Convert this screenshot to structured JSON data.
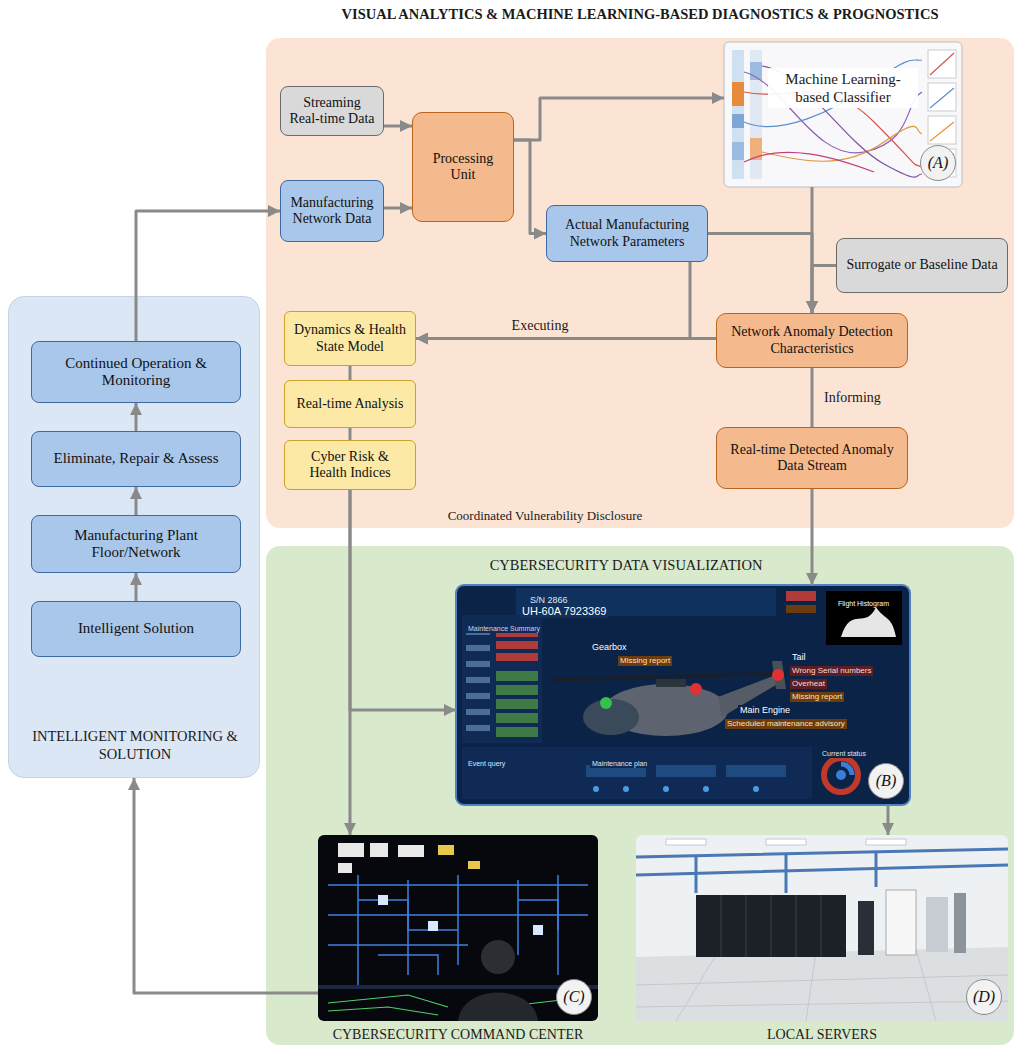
{
  "diagram": {
    "nodes": [
      {
        "text": [
          "VISUAL ANALYTICS & MACHINE LEARNING-BASED DIAGNOSTICS & PROGNOSTICS",
          "Coordinated Vulnerability Disclosure"
        ]
      },
      {
        "text": [
          "Streaming Real-time Data"
        ],
        "in": 0
      },
      {
        "text": [
          "Manufacturing Network Data"
        ],
        "in": 0
      },
      {
        "text": [
          "Processing Unit"
        ],
        "in": 0
      },
      {
        "text": [
          "Machine Learning-based Classifier",
          "(A)"
        ],
        "in": 0
      },
      {
        "text": [
          "Actual Manufacturing Network Parameters"
        ],
        "in": 0
      },
      {
        "text": [
          "Surrogate or Baseline Data"
        ],
        "in": 0
      },
      {
        "text": [
          "Dynamics & Health State Model"
        ],
        "in": 0
      },
      {
        "text": [
          "Network Anomaly Detection Characteristics"
        ],
        "in": 0
      },
      {
        "text": [
          "Real-time Analysis"
        ],
        "in": 0
      },
      {
        "text": [
          "Real-time Detected Anomaly Data Stream"
        ],
        "in": 0
      },
      {
        "text": [
          "Cyber Risk & Health Indices"
        ],
        "in": 0
      },
      {
        "text": [
          "INTELLIGENT MONITORING & SOLUTION"
        ]
      },
      {
        "text": [
          "Continued Operation & Monitoring"
        ],
        "in": 12
      },
      {
        "text": [
          "Eliminate, Repair & Assess"
        ],
        "in": 12
      },
      {
        "text": [
          "Manufacturing Plant Floor/Network"
        ],
        "in": 12
      },
      {
        "text": [
          "Intelligent Solution"
        ],
        "in": 12
      },
      {
        "text": [
          "CYBERSECURITY DATA VISUALIZATION"
        ]
      },
      {
        "text": [
          "(B)"
        ],
        "in": 17
      },
      {
        "text": [
          "(C)",
          "CYBERSECURITY COMMAND CENTER"
        ],
        "in": 17
      },
      {
        "text": [
          "(D)",
          "LOCAL SERVERS"
        ],
        "in": 17
      }
    ],
    "edges": [
      {
        "from": 1,
        "to": 3,
        "arrow": "to"
      },
      {
        "from": 2,
        "to": 3,
        "arrow": "to"
      },
      {
        "from": 3,
        "to": 4,
        "arrow": "to"
      },
      {
        "from": 3,
        "to": 5,
        "arrow": "to"
      },
      {
        "from": 4,
        "to": 8,
        "arrow": "to"
      },
      {
        "from": 5,
        "to": 8,
        "arrow": "to"
      },
      {
        "from": 6,
        "to": 8,
        "arrow": "to"
      },
      {
        "from": 8,
        "to": 7,
        "label": "Executing",
        "arrow": "to"
      },
      {
        "from": 5,
        "to": 7,
        "arrow": "to"
      },
      {
        "from": 8,
        "to": 10,
        "label": "Informing",
        "arrow": "none"
      },
      {
        "from": 7,
        "to": 9,
        "arrow": "none"
      },
      {
        "from": 9,
        "to": 11,
        "arrow": "none"
      },
      {
        "from": 11,
        "to": 18,
        "arrow": "to"
      },
      {
        "from": 11,
        "to": 19,
        "arrow": "to"
      },
      {
        "from": 10,
        "to": 18,
        "arrow": "to"
      },
      {
        "from": 18,
        "to": 19,
        "arrow": "to"
      },
      {
        "from": 19,
        "to": 12,
        "arrow": "to"
      },
      {
        "from": 16,
        "to": 15,
        "arrow": "to"
      },
      {
        "from": 15,
        "to": 14,
        "arrow": "to"
      },
      {
        "from": 14,
        "to": 13,
        "arrow": "to"
      },
      {
        "from": 13,
        "to": 2,
        "arrow": "to"
      }
    ],
    "labels": [
      "S/N 2866",
      "UH-60A 7923369",
      "Maintenance Summary",
      "Gearbox",
      "Missing report",
      "Tail",
      "Wrong Serial numbers",
      "Overheat",
      "Missing report",
      "Main Engine",
      "Scheduled maintenance advisory",
      "Flight Histogram",
      "Event query",
      "Maintenance plan",
      "Current status"
    ]
  }
}
